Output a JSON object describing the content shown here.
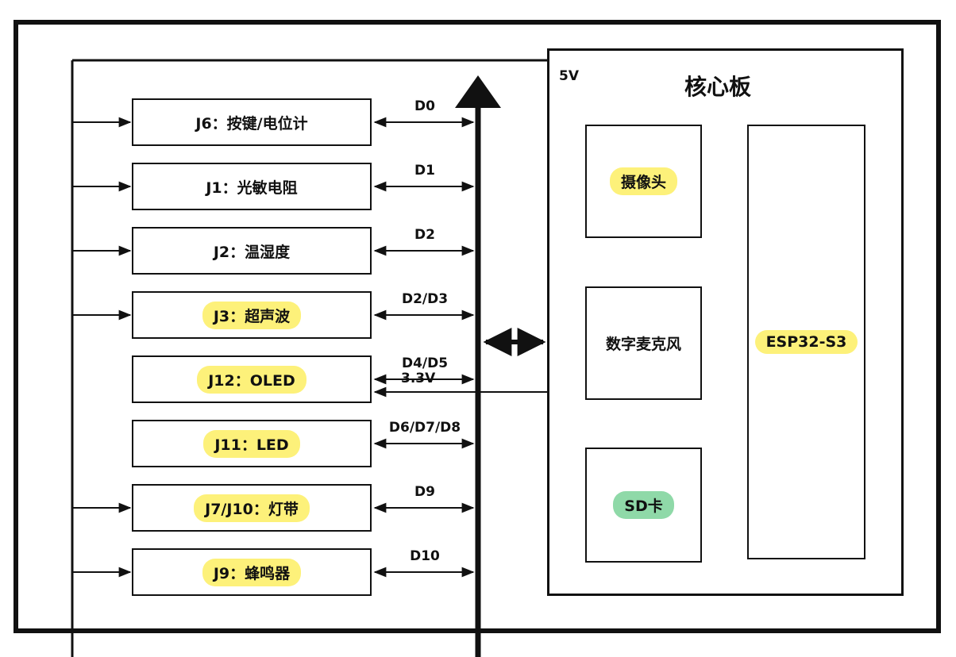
{
  "colors": {
    "yellow_highlight": "#fdf17a",
    "green_highlight": "#8fd9a8",
    "line": "#111111"
  },
  "modules": [
    {
      "label": "J6：按键/电位计",
      "signal": "D0",
      "highlight": "none"
    },
    {
      "label": "J1：光敏电阻",
      "signal": "D1",
      "highlight": "none"
    },
    {
      "label": "J2：温湿度",
      "signal": "D2",
      "highlight": "none"
    },
    {
      "label": "J3：超声波",
      "signal": "D2/D3",
      "highlight": "yellow"
    },
    {
      "label": "J12：OLED",
      "signal": "D4/D5",
      "highlight": "yellow"
    },
    {
      "label": "J11：LED",
      "signal": "D6/D7/D8",
      "highlight": "yellow"
    },
    {
      "label": "J7/J10：灯带",
      "signal": "D9",
      "highlight": "yellow"
    },
    {
      "label": "J9：蜂鸣器",
      "signal": "D10",
      "highlight": "yellow"
    }
  ],
  "supply_3v3": "3.3V",
  "core_board": {
    "title": "核心板",
    "voltage": "5V",
    "camera": "摄像头",
    "mic": "数字麦克风",
    "sd": "SD卡",
    "chip": "ESP32-S3"
  }
}
